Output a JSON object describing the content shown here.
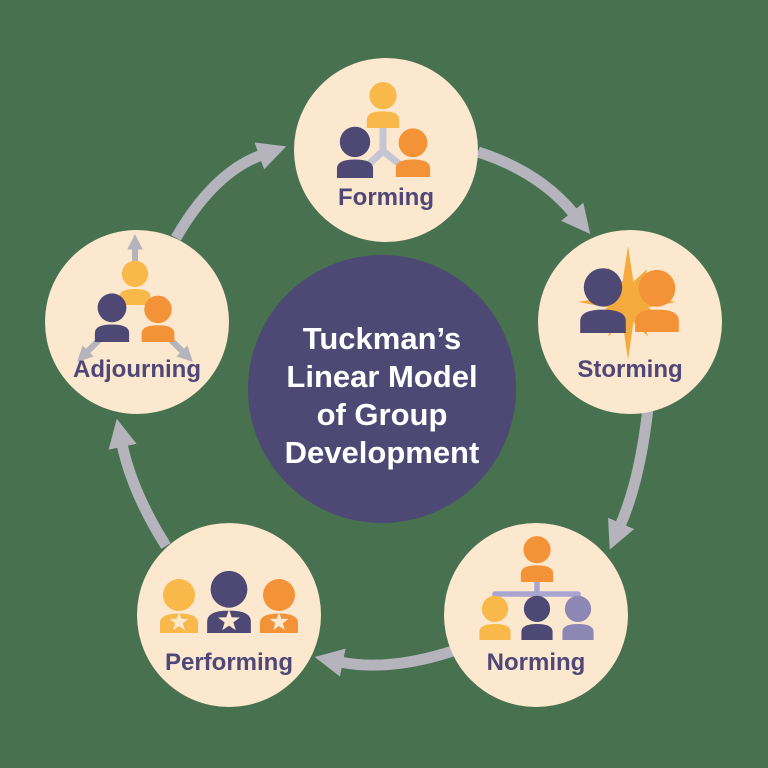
{
  "diagram": {
    "title": "Tuckman’s Linear Model of Group Development",
    "title_lines": [
      "Tuckman’s",
      "Linear Model",
      "of Group",
      "Development"
    ],
    "flow_direction": "clockwise",
    "stages": [
      {
        "label": "Forming",
        "icon": "three-people-network-icon"
      },
      {
        "label": "Storming",
        "icon": "two-people-conflict-starburst-icon"
      },
      {
        "label": "Norming",
        "icon": "team-hierarchy-icon"
      },
      {
        "label": "Performing",
        "icon": "three-people-with-stars-icon"
      },
      {
        "label": "Adjourning",
        "icon": "three-people-departing-arrows-icon"
      }
    ],
    "colors": {
      "background": "#47714F",
      "stage_circle": "#FBE8CE",
      "center_circle": "#4E4875",
      "center_text": "#FFFFFF",
      "stage_label": "#4E4778",
      "arrow_gray": "#B5B4BC",
      "connector_gray": "#C6C5D2",
      "connector_light_purple": "#A9A5CE",
      "person_yellow": "#F8B84A",
      "person_orange": "#F39237",
      "person_dark_purple": "#4E4875",
      "person_light_purple": "#8C87B4",
      "starburst_gold": "#F5AA3D"
    }
  }
}
